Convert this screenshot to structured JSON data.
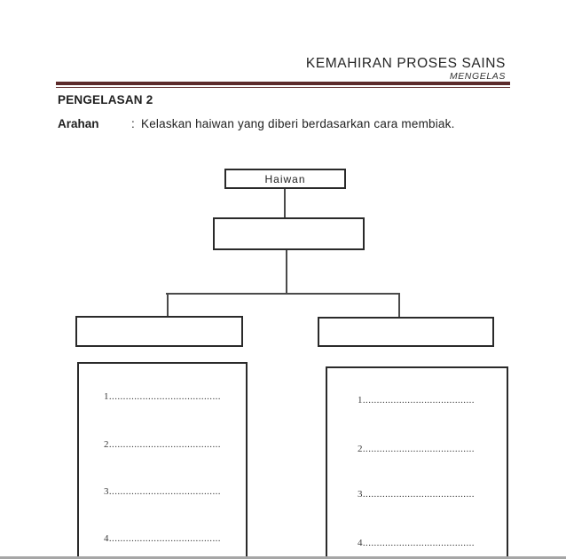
{
  "header": {
    "title": "KEMAHIRAN PROSES SAINS",
    "subtitle": "MENGELAS"
  },
  "section_title": "PENGELASAN 2",
  "instruction": {
    "label": "Arahan",
    "colon": ":",
    "text": "Kelaskan haiwan yang diberi berdasarkan cara membiak."
  },
  "flowchart": {
    "root_label": "Haiwan",
    "level2_label": "",
    "left_category_label": "",
    "right_category_label": "",
    "left_items": [
      "1........................................",
      "2........................................",
      "3........................................",
      "4........................................"
    ],
    "right_items": [
      "1........................................",
      "2........................................",
      "3........................................",
      "4........................................"
    ]
  },
  "colors": {
    "rule_accent": "#5c2a2a",
    "box_border": "#2a2a2a",
    "connector": "#4a4a4a",
    "page_bottom_edge": "#a6a6a6"
  }
}
